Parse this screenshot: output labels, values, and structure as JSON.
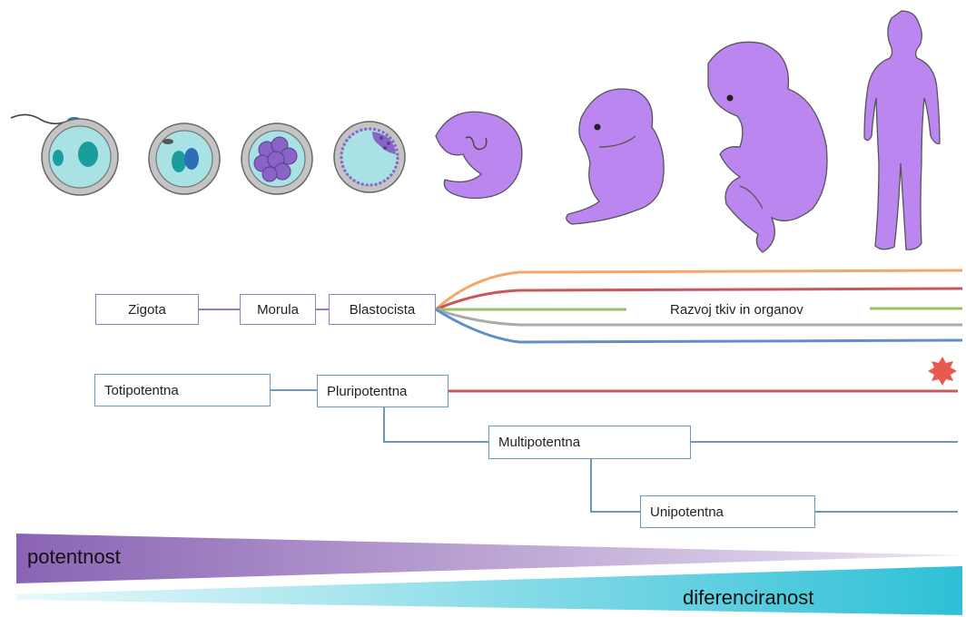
{
  "stages_row": {
    "zygote": "Zigota",
    "morula": "Morula",
    "blastocyst": "Blastocista",
    "tissue_development": "Razvoj tkiv in organov"
  },
  "potency_row": {
    "totipotent": "Totipotentna",
    "pluripotent": "Pluripotentna",
    "multipotent": "Multipotentna",
    "unipotent": "Unipotentna"
  },
  "gradients": {
    "potency": "potentnost",
    "differentiation": "diferenciranost"
  },
  "colors": {
    "cell_membrane": "#bdbdbd",
    "cell_cytoplasm": "#a9e2e5",
    "nucleus": "#1a9e9b",
    "embryo": "#bb86f0",
    "stage_box_border": "#9a79c4",
    "potency_box_border": "#6f97c6",
    "branch_orange": "#f4a76a",
    "branch_red": "#c9585b",
    "branch_green": "#9cc266",
    "branch_gray": "#aaaaaa",
    "branch_blue": "#5e8fc8",
    "tumor_marker": "#e85a4f",
    "potency_gradient": [
      "#8a64b4",
      "#e6dcf0"
    ],
    "differentiation_gradient": [
      "#dff6f9",
      "#2ec0d6"
    ]
  }
}
